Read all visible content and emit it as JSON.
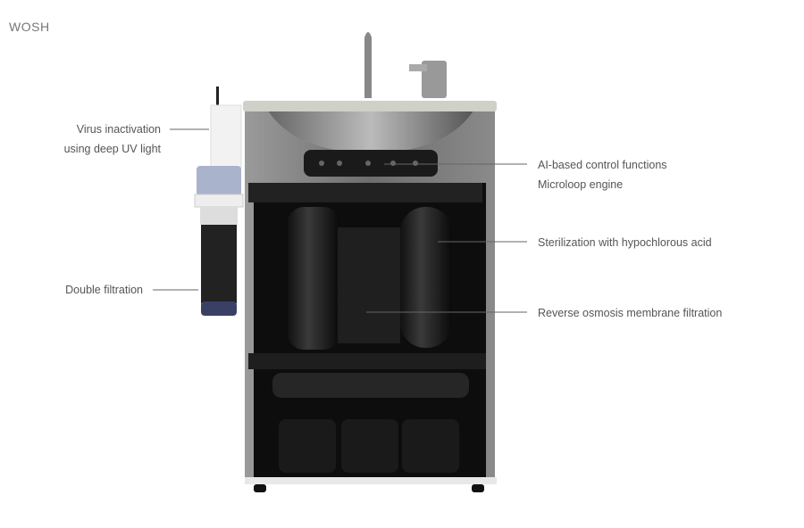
{
  "brand": "WOSH",
  "callouts": {
    "virus_line1": "Virus inactivation",
    "virus_line2": "using deep UV light",
    "double_filtration": "Double filtration",
    "ai_control": "AI-based control functions",
    "microloop": "Microloop engine",
    "sterilization": "Sterilization with hypochlorous acid",
    "reverse_osmosis": "Reverse osmosis membrane filtration"
  },
  "colors": {
    "text": "#555555",
    "line": "#666666",
    "cabinet": "#1a1a1a"
  }
}
